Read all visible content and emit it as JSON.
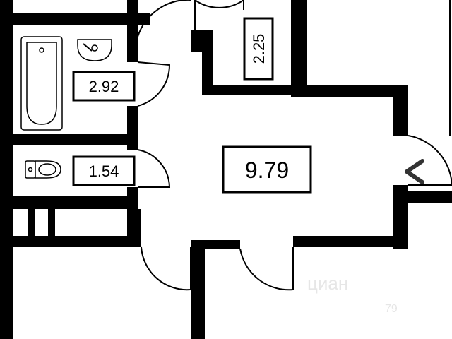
{
  "rooms": {
    "bathroom_area": "2.92",
    "toilet_area": "1.54",
    "closet_area": "2.25",
    "hall_area": "9.79"
  },
  "watermark": {
    "text": "циан",
    "number": "79"
  },
  "icons": {
    "entrance": "chevron-left-icon"
  },
  "colors": {
    "wall": "#000000",
    "background": "#ffffff"
  }
}
